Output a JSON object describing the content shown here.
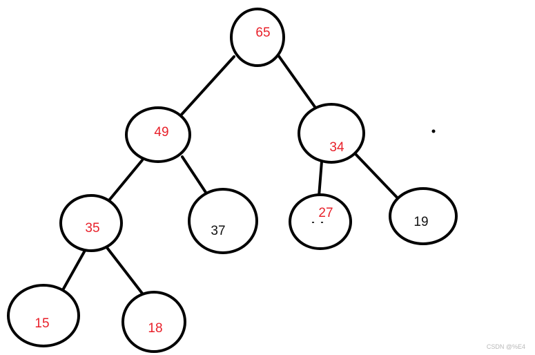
{
  "colors": {
    "stroke": "#000000",
    "label_red": "#e8202a",
    "label_black": "#111111"
  },
  "tree": {
    "nodes": [
      {
        "id": "n65",
        "label": "65",
        "color": "red"
      },
      {
        "id": "n49",
        "label": "49",
        "color": "red"
      },
      {
        "id": "n34",
        "label": "34",
        "color": "red"
      },
      {
        "id": "n35",
        "label": "35",
        "color": "red"
      },
      {
        "id": "n37",
        "label": "37",
        "color": "black"
      },
      {
        "id": "n27",
        "label": "27",
        "color": "red"
      },
      {
        "id": "n19",
        "label": "19",
        "color": "black"
      },
      {
        "id": "n15",
        "label": "15",
        "color": "red"
      },
      {
        "id": "n18",
        "label": "18",
        "color": "red"
      }
    ],
    "edges": [
      {
        "from": "n65",
        "to": "n49"
      },
      {
        "from": "n65",
        "to": "n34"
      },
      {
        "from": "n49",
        "to": "n35"
      },
      {
        "from": "n49",
        "to": "n37"
      },
      {
        "from": "n34",
        "to": "n27"
      },
      {
        "from": "n34",
        "to": "n19"
      },
      {
        "from": "n35",
        "to": "n15"
      },
      {
        "from": "n35",
        "to": "n18"
      }
    ]
  },
  "watermark": "CSDN @%E4"
}
